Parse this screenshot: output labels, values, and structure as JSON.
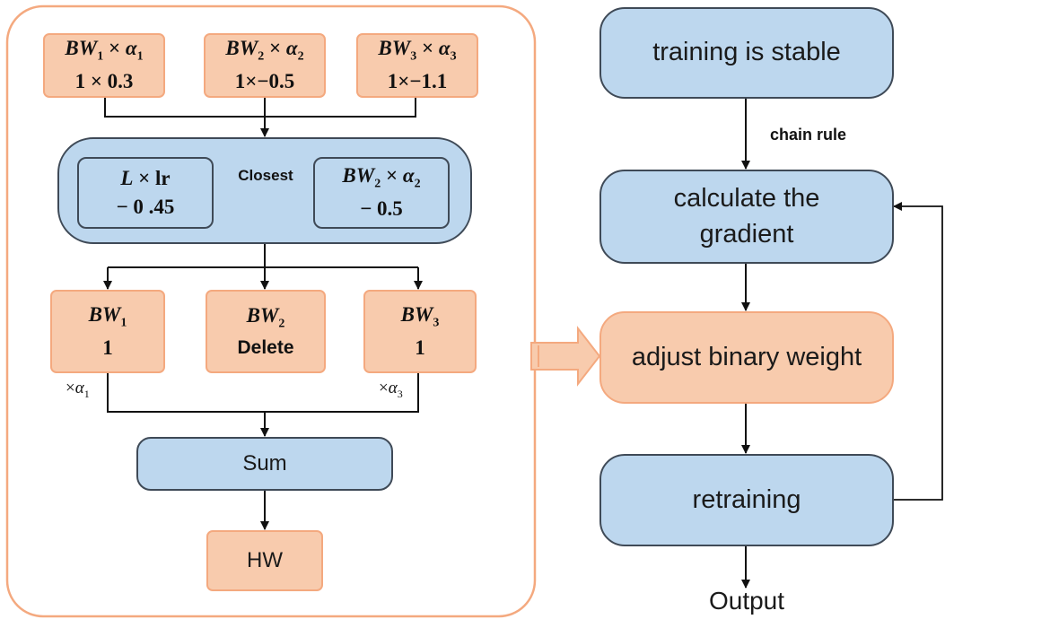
{
  "left_panel": {
    "top_boxes": [
      {
        "symbol": "BW",
        "index": "1",
        "coef": "α",
        "coef_index": "1",
        "value": "1 × 0.3"
      },
      {
        "symbol": "BW",
        "index": "2",
        "coef": "α",
        "coef_index": "2",
        "value": "1×−0.5"
      },
      {
        "symbol": "BW",
        "index": "3",
        "coef": "α",
        "coef_index": "3",
        "value": "1×−1.1"
      }
    ],
    "compare": {
      "left_top_var": "L",
      "left_top_op": "×",
      "left_top_lr": "lr",
      "left_value": "− 0 .45",
      "closest_label": "Closest",
      "right_symbol": "BW",
      "right_index": "2",
      "right_coef": "α",
      "right_coef_index": "2",
      "right_value": "− 0.5"
    },
    "mid_boxes": [
      {
        "symbol": "BW",
        "index": "1",
        "value": "1"
      },
      {
        "symbol": "BW",
        "index": "2",
        "value": "Delete"
      },
      {
        "symbol": "BW",
        "index": "3",
        "value": "1"
      }
    ],
    "mult_left": {
      "op": "×",
      "coef": "α",
      "index": "1"
    },
    "mult_right": {
      "op": "×",
      "coef": "α",
      "index": "3"
    },
    "sum_label": "Sum",
    "hw_label": "HW"
  },
  "right_flow": {
    "step1": "training is stable",
    "chain_rule": "chain rule",
    "step2_line1": "calculate the",
    "step2_line2": "gradient",
    "step3": "adjust binary weight",
    "step4": "retraining",
    "output": "Output"
  },
  "colors": {
    "orange_fill": "#f8cbad",
    "orange_border": "#f4a97f",
    "blue_fill": "#bdd7ee",
    "dark_border": "#3f4a57"
  }
}
